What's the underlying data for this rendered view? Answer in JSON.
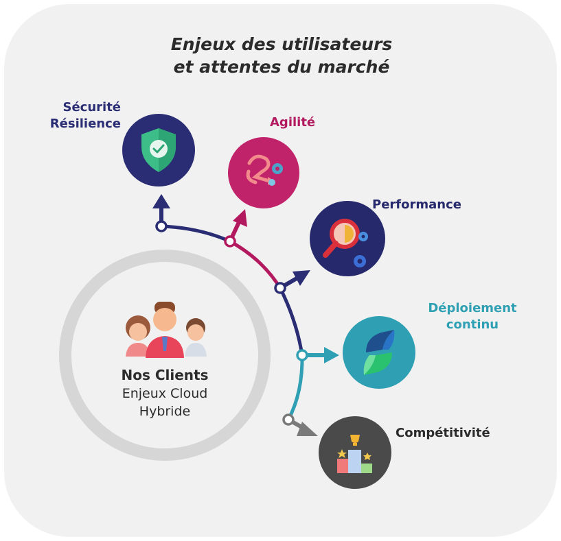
{
  "title": {
    "line1": "Enjeux des utilisateurs",
    "line2": "et attentes du marché"
  },
  "center": {
    "title": "Nos Clients",
    "subtitle_line1": "Enjeux Cloud",
    "subtitle_line2": "Hybride"
  },
  "nodes": {
    "securite": {
      "line1": "Sécurité",
      "line2": "Résilience",
      "color": "#2a2d73",
      "icon": "shield-check-icon"
    },
    "agilite": {
      "label": "Agilité",
      "color": "#b3195f",
      "icon": "agile-cycle-gears-icon"
    },
    "performance": {
      "label": "Performance",
      "color": "#26296b",
      "icon": "magnifier-gears-icon"
    },
    "deploiement": {
      "line1": "Déploiement",
      "line2": "continu",
      "color": "#2fa0b3",
      "icon": "continuous-deployment-icon"
    },
    "competitivite": {
      "label": "Compétitivité",
      "color": "#4a4a4a",
      "icon": "podium-trophy-icon"
    }
  },
  "colors": {
    "background": "#f1f1f1",
    "ring": "#d6d6d6",
    "navy": "#2a2d73",
    "magenta": "#b3195f",
    "teal": "#2fa0b3",
    "gray": "#7a7a7a"
  }
}
